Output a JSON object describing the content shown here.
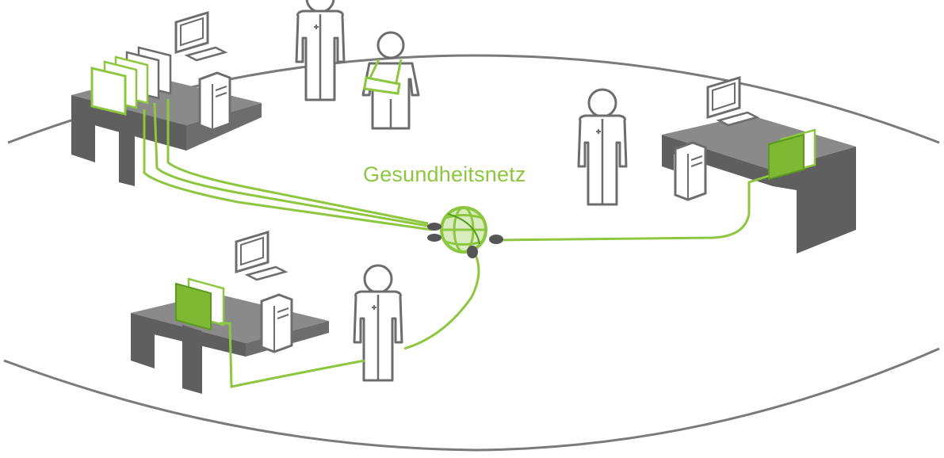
{
  "diagram": {
    "network_label": "Gesundheitsnetz",
    "colors": {
      "accent": "#8dc63f",
      "accent_dark": "#5a9a1e",
      "desk": "#5f5f5f",
      "desk_light": "#8a8a8a",
      "outline": "#6d6d6d",
      "ring": "#7a7a7a"
    },
    "icons": {
      "network_hub": "globe-icon",
      "person": "doctor-figure",
      "patient": "patient-with-sling-figure",
      "workstation": "computer-desk"
    }
  }
}
